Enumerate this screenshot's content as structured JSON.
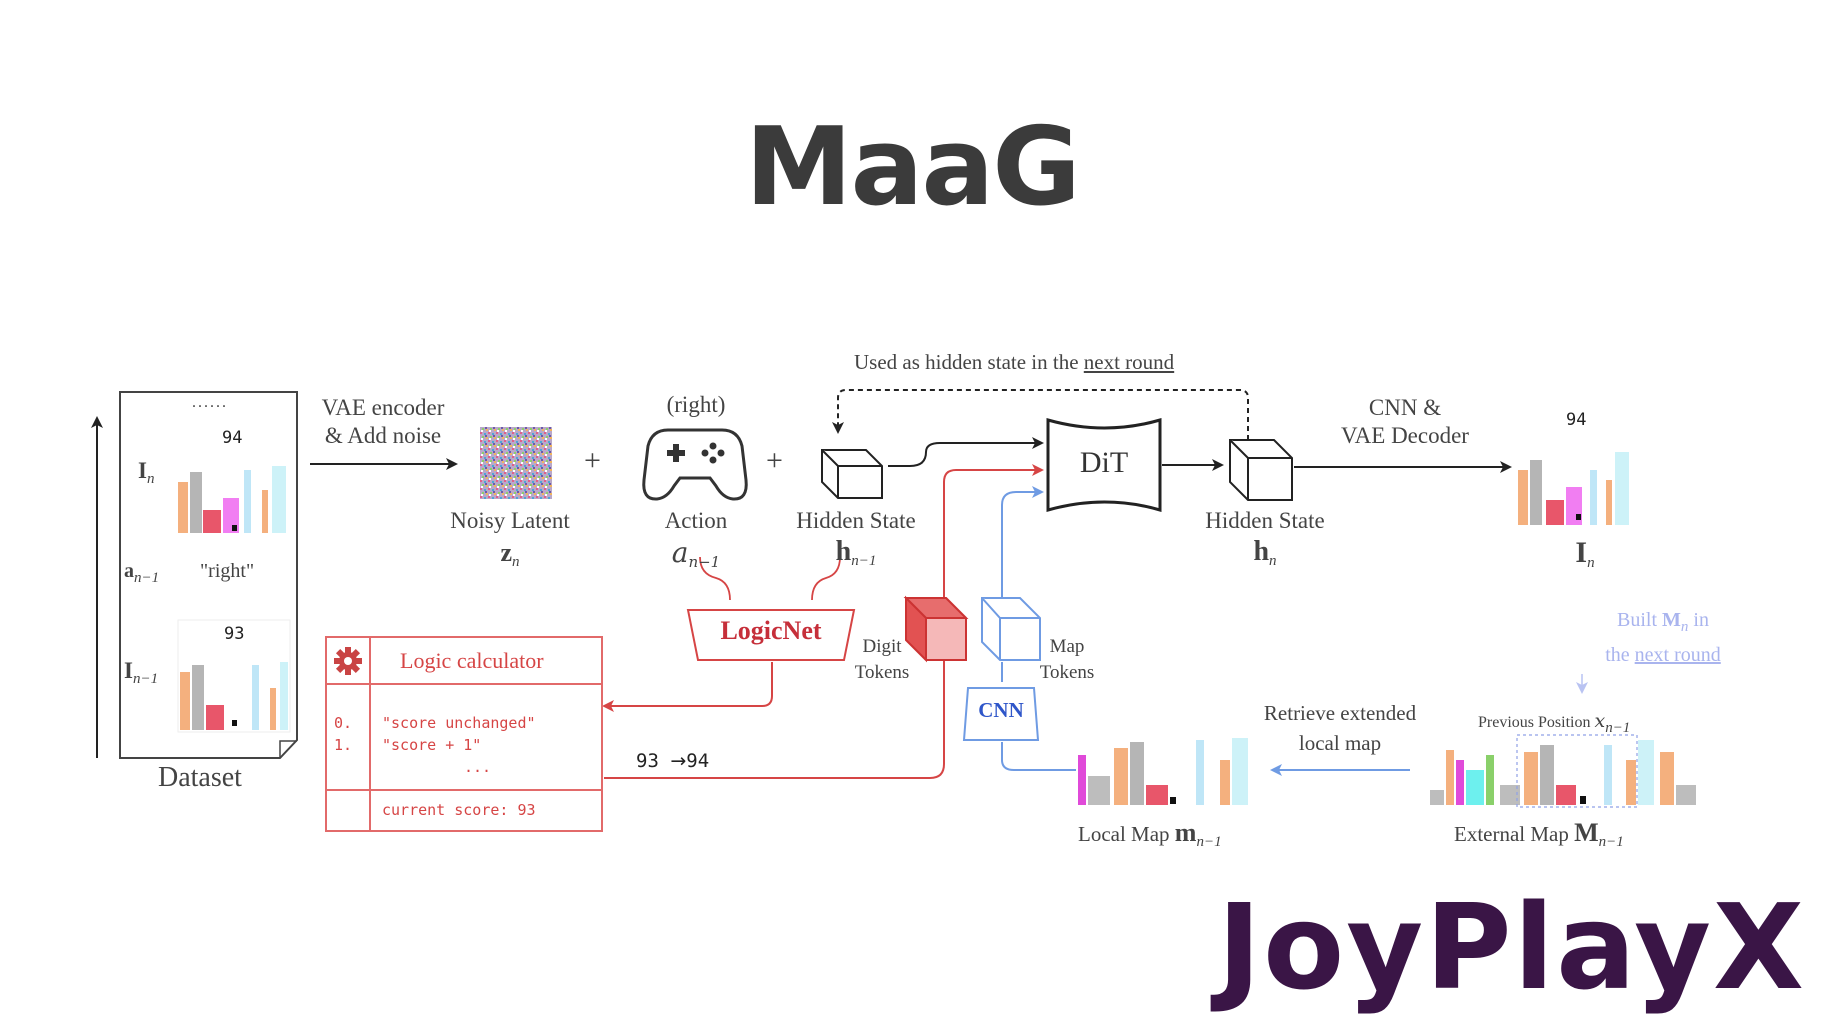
{
  "title": "MaaG",
  "brand": "JoyPlayX",
  "colors": {
    "title": "#3b3b3b",
    "brand": "#3a1546",
    "logic": "#d64545",
    "map": "#3f6fd1",
    "dataset_outline": "#444444"
  },
  "dataset": {
    "caption": "Dataset",
    "dots": "......",
    "frame_top_score": "94",
    "frame_bottom_score": "93",
    "action_value": "\"right\"",
    "frame_top_label": "I",
    "frame_top_sub": "n",
    "action_label": "a",
    "action_sub": "n−1",
    "frame_bottom_label": "I",
    "frame_bottom_sub": "n−1"
  },
  "vae_label_line1": "VAE encoder",
  "vae_label_line2": "& Add noise",
  "noisy_latent": {
    "label": "Noisy Latent",
    "sym": "z",
    "sub": "n"
  },
  "action": {
    "top": "(right)",
    "label": "Action",
    "sym": "a",
    "sub": "n−1"
  },
  "hidden_prev": {
    "label": "Hidden State",
    "sym": "h",
    "sub": "n−1"
  },
  "hidden_next": {
    "label": "Hidden State",
    "sym": "h",
    "sub": "n"
  },
  "plus": "+",
  "dit": "DiT",
  "feedback_label_prefix": "Used as hidden state in the ",
  "feedback_label_link": "next round",
  "decoder_label_line1": "CNN &",
  "decoder_label_line2": "VAE Decoder",
  "output": {
    "score": "94",
    "sym": "I",
    "sub": "n"
  },
  "logicnet": "LogicNet",
  "digit_tokens_line1": "Digit",
  "digit_tokens_line2": "Tokens",
  "map_tokens_line1": "Map",
  "map_tokens_line2": "Tokens",
  "cnn": "CNN",
  "logic_calc": {
    "title": "Logic calculator",
    "row_nums": [
      "0.",
      "1."
    ],
    "rows": [
      "\"score unchanged\"",
      "\"score + 1\""
    ],
    "ellipsis": "...",
    "current": "current score: 93"
  },
  "score_transition_from": "93",
  "score_transition_to": "94",
  "built_next_line1_prefix": "Built ",
  "built_next_line1_sym": "M",
  "built_next_line1_sub": "n",
  "built_next_line1_suffix": " in",
  "built_next_line2_prefix": "the ",
  "built_next_line2_link": "next round",
  "prev_position_label": "Previous Position ",
  "prev_position_sym": "x",
  "prev_position_sub": "n−1",
  "retrieve_line1": "Retrieve extended",
  "retrieve_line2": "local map",
  "local_map": {
    "label": "Local Map ",
    "sym": "m",
    "sub": "n−1"
  },
  "external_map": {
    "label": "External Map ",
    "sym": "M",
    "sub": "n−1"
  }
}
